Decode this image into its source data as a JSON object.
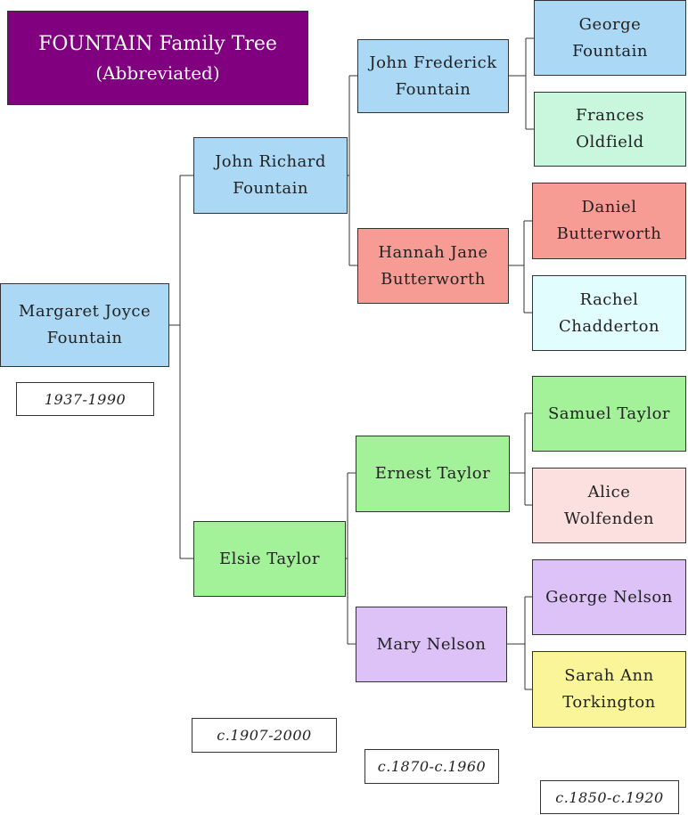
{
  "title": {
    "line1": "FOUNTAIN Family Tree",
    "line2": "(Abbreviated)",
    "color": "#800080"
  },
  "colors": {
    "blue": "#aad8f5",
    "salmon": "#f79b95",
    "mint": "#c8f7dd",
    "lightcyan": "#e2fdfd",
    "green": "#a3f299",
    "pink": "#fce0e0",
    "lavender": "#dcc2f7",
    "yellow": "#fbf59a"
  },
  "people": {
    "margaret": "Margaret Joyce\nFountain",
    "john_richard": "John Richard\nFountain",
    "elsie": "Elsie Taylor",
    "john_frederick": "John Frederick\nFountain",
    "hannah": "Hannah Jane\nButterworth",
    "ernest": "Ernest Taylor",
    "mary": "Mary Nelson",
    "george_f": "George\nFountain",
    "frances": "Frances\nOldfield",
    "daniel": "Daniel\nButterworth",
    "rachel": "Rachel\nChadderton",
    "samuel": "Samuel Taylor",
    "alice": "Alice\nWolfenden",
    "george_n": "George Nelson",
    "sarah": "Sarah Ann\nTorkington"
  },
  "dates": {
    "gen1": "1937-1990",
    "gen2": "c.1907-2000",
    "gen3": "c.1870-c.1960",
    "gen4": "c.1850-c.1920"
  }
}
